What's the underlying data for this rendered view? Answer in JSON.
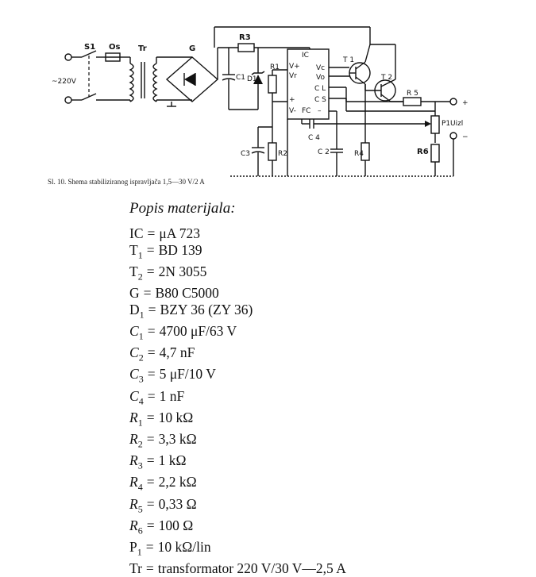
{
  "figure": {
    "caption": "Sl. 10. Shema stabiliziranog ispravljača 1,5—30 V/2 A",
    "labels": {
      "S1": "S1",
      "Os": "Os",
      "Tr": "Tr",
      "G": "G",
      "R3": "R3",
      "IC": "IC",
      "V_plus": "V+",
      "Vc": "Vc",
      "R1": "R1",
      "Vr": "Vr",
      "Vo": "Vo",
      "C1": "C1",
      "D1": "D1",
      "CL": "C L",
      "CS": "C S",
      "T1": "T 1",
      "T2": "T 2",
      "R5": "R 5",
      "plus_in": "+",
      "minus_in": "V-",
      "FC": "FC",
      "minus_cs": "–",
      "C4": "C 4",
      "P1": "P1",
      "Uizl": "Uizl",
      "plus_out": "+",
      "minus_out": "−",
      "C3": "C3",
      "R2": "R2",
      "C2": "C 2",
      "R4": "R4",
      "R6": "R6",
      "mains": "~220V"
    }
  },
  "parts": {
    "title": "Popis materijala:",
    "items": [
      {
        "sym": "IC",
        "sub": "",
        "italic": false,
        "value": "μA 723"
      },
      {
        "sym": "T",
        "sub": "1",
        "italic": false,
        "value": "BD 139"
      },
      {
        "sym": "T",
        "sub": "2",
        "italic": false,
        "value": "2N 3055"
      },
      {
        "sym": "G",
        "sub": "",
        "italic": false,
        "value": "B80 C5000"
      },
      {
        "sym": "D",
        "sub": "1",
        "italic": false,
        "value": "BZY 36 (ZY 36)"
      },
      {
        "sym": "C",
        "sub": "1",
        "italic": true,
        "value": "4700 μF/63 V"
      },
      {
        "sym": "C",
        "sub": "2",
        "italic": true,
        "value": "4,7 nF"
      },
      {
        "sym": "C",
        "sub": "3",
        "italic": true,
        "value": "5 μF/10 V"
      },
      {
        "sym": "C",
        "sub": "4",
        "italic": true,
        "value": "1 nF"
      },
      {
        "sym": "R",
        "sub": "1",
        "italic": true,
        "value": "10 kΩ"
      },
      {
        "sym": "R",
        "sub": "2",
        "italic": true,
        "value": "3,3 kΩ"
      },
      {
        "sym": "R",
        "sub": "3",
        "italic": true,
        "value": "1 kΩ"
      },
      {
        "sym": "R",
        "sub": "4",
        "italic": true,
        "value": "2,2 kΩ"
      },
      {
        "sym": "R",
        "sub": "5",
        "italic": true,
        "value": "0,33 Ω"
      },
      {
        "sym": "R",
        "sub": "6",
        "italic": true,
        "value": "100 Ω"
      },
      {
        "sym": "P",
        "sub": "1",
        "italic": false,
        "value": "10 kΩ/lin"
      },
      {
        "sym": "Tr",
        "sub": "",
        "italic": false,
        "value": "transformator 220 V/30 V—2,5 A"
      }
    ]
  }
}
